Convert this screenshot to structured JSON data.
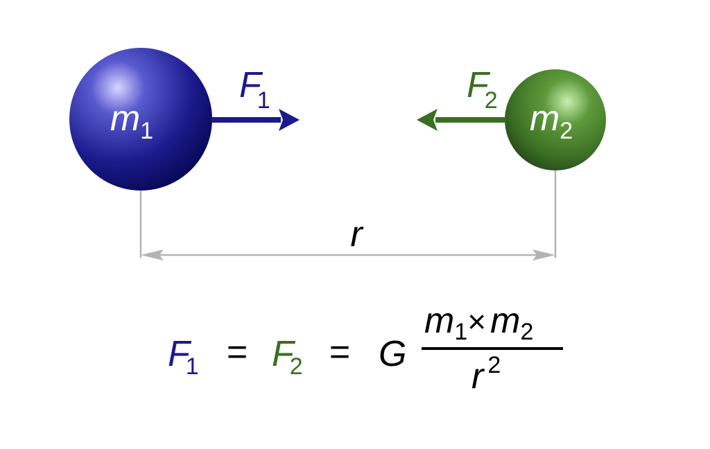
{
  "colors": {
    "mass1": "#1a1a8c",
    "mass1_light": "#c8c8ff",
    "mass1_dark": "#00006e",
    "mass2": "#3a6e23",
    "mass2_light": "#b6e39c",
    "mass2_dark": "#2a4f16",
    "distance_line": "#b3b3b3",
    "text": "#000000",
    "mass_label": "#ffffff"
  },
  "mass1": {
    "symbol": "m",
    "sub": "1"
  },
  "mass2": {
    "symbol": "m",
    "sub": "2"
  },
  "force1": {
    "symbol": "F",
    "sub": "1"
  },
  "force2": {
    "symbol": "F",
    "sub": "2"
  },
  "distance": {
    "symbol": "r"
  },
  "equation": {
    "lhs1": {
      "symbol": "F",
      "sub": "1"
    },
    "eq1": "=",
    "lhs2": {
      "symbol": "F",
      "sub": "2"
    },
    "eq2": "=",
    "constant": "G",
    "numerator_m1": {
      "symbol": "m",
      "sub": "1"
    },
    "times": "×",
    "numerator_m2": {
      "symbol": "m",
      "sub": "2"
    },
    "denominator": {
      "symbol": "r",
      "sup": "2"
    }
  }
}
